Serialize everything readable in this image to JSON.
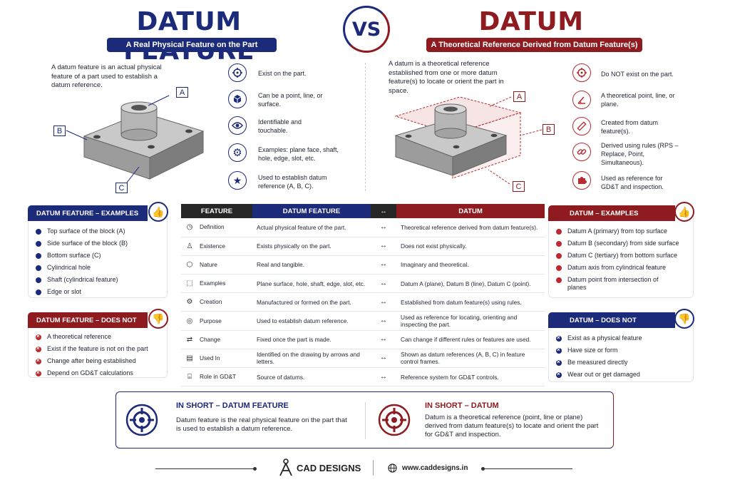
{
  "left": {
    "title": "DATUM FEATURE",
    "subtitle": "A Real Physical Feature on the Part",
    "description": "A datum feature is an actual physical feature of a part used to establish a datum reference.",
    "callouts": [
      "A",
      "B",
      "C"
    ],
    "features": [
      {
        "icon": "crosshair-icon",
        "text": "Exist on the part."
      },
      {
        "icon": "cube-icon",
        "text": "Can be a point, line, or surface."
      },
      {
        "icon": "eye-icon",
        "text": "Identifiable and touchable."
      },
      {
        "icon": "gear-icon",
        "text": "Examples: plane face, shaft, hole, edge, slot, etc."
      },
      {
        "icon": "star-icon",
        "text": "Used to establish datum reference (A, B, C)."
      }
    ]
  },
  "vs": "VS",
  "right": {
    "title": "DATUM",
    "subtitle": "A Theoretical Reference Derived from Datum Feature(s)",
    "description": "A datum is a theoretical reference established from one or more datum feature(s) to locate or orient the part in space.",
    "callouts": [
      "A",
      "B",
      "C"
    ],
    "features": [
      {
        "icon": "crosshair-icon",
        "text": "Do NOT exist on the part."
      },
      {
        "icon": "angle-icon",
        "text": "A theoretical point, line, or plane."
      },
      {
        "icon": "ruler-icon",
        "text": "Created from datum feature(s)."
      },
      {
        "icon": "link-icon",
        "text": "Derived using rules (RPS – Replace, Point, Simultaneous)."
      },
      {
        "icon": "puzzle-icon",
        "text": "Used as reference for GD&T and inspection."
      }
    ]
  },
  "df_examples": {
    "title": "DATUM FEATURE – EXAMPLES",
    "items": [
      "Top surface of the block (A)",
      "Side surface of the block (B)",
      "Bottom surface (C)",
      "Cylindrical hole",
      "Shaft (cylindrical feature)",
      "Edge or slot"
    ]
  },
  "df_not": {
    "title": "DATUM FEATURE – DOES NOT",
    "items": [
      "A theoretical reference",
      "Exist if the feature is not on the part",
      "Change after being established",
      "Depend on GD&T calculations"
    ]
  },
  "d_examples": {
    "title": "DATUM – EXAMPLES",
    "items": [
      "Datum A (primary) from top surface",
      "Datum B (secondary) from side surface",
      "Datum C (tertiary) from bottom surface",
      "Datum axis from cylindrical feature",
      "Datum point from intersection of planes"
    ]
  },
  "d_not": {
    "title": "DATUM – DOES NOT",
    "items": [
      "Exist as a physical feature",
      "Have size or form",
      "Be measured directly",
      "Wear out or get damaged"
    ]
  },
  "table": {
    "headers": [
      "FEATURE",
      "DATUM FEATURE",
      "↔",
      "DATUM"
    ],
    "rows": [
      {
        "icon": "◷",
        "feature": "Definition",
        "df": "Actual physical feature of the part.",
        "d": "Theoretical reference derived from datum feature(s)."
      },
      {
        "icon": "♙",
        "feature": "Existence",
        "df": "Exists physically on the part.",
        "d": "Does not exist physically."
      },
      {
        "icon": "⬡",
        "feature": "Nature",
        "df": "Real and tangible.",
        "d": "Imaginary and theoretical."
      },
      {
        "icon": "⬚",
        "feature": "Examples",
        "df": "Plane surface, hole, shaft, edge, slot, etc.",
        "d": "Datum A (plane), Datum B (line), Datum C (point)."
      },
      {
        "icon": "⚙",
        "feature": "Creation",
        "df": "Manufactured or formed on the part.",
        "d": "Established from datum feature(s) using rules."
      },
      {
        "icon": "◎",
        "feature": "Purpose",
        "df": "Used to establish datum reference.",
        "d": "Used as reference for locating, orienting and inspecting the part."
      },
      {
        "icon": "⇄",
        "feature": "Change",
        "df": "Fixed once the part is made.",
        "d": "Can change if different rules or features are used."
      },
      {
        "icon": "▤",
        "feature": "Used In",
        "df": "Identified on the drawing by arrows and letters.",
        "d": "Shown as datum references (A, B, C) in feature control frames."
      },
      {
        "icon": "⌸",
        "feature": "Role in GD&T",
        "df": "Source of datums.",
        "d": "Reference system for GD&T controls."
      }
    ]
  },
  "short": {
    "left_title": "IN SHORT – DATUM FEATURE",
    "left_text": "Datum feature is the real physical feature on the part that is used to establish a datum reference.",
    "right_title": "IN SHORT – DATUM",
    "right_text": "Datum is a theoretical reference (point, line or plane) derived from datum feature(s) to locate and orient the part for GD&T and inspection."
  },
  "footer": {
    "brand": "CAD DESIGNS",
    "url": "www.caddesigns.in"
  },
  "colors": {
    "navy": "#1c2a7a",
    "red": "#8e1b1f",
    "dark": "#262626"
  }
}
